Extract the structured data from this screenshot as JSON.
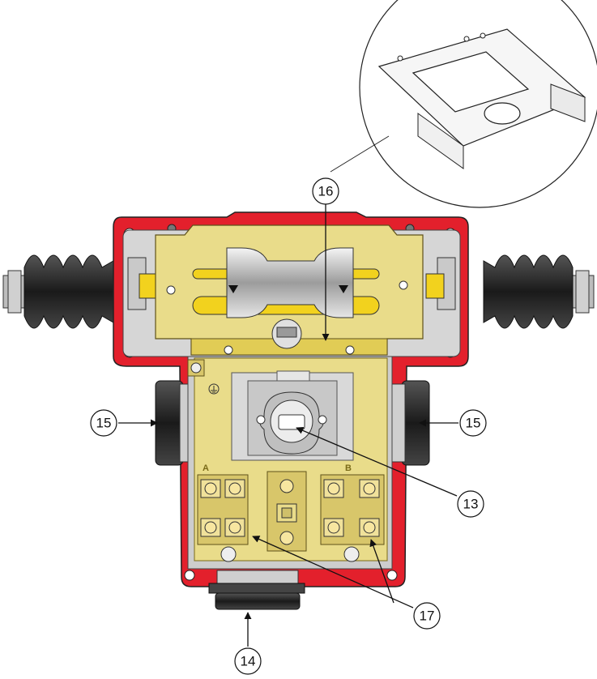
{
  "callouts": {
    "c13": "13",
    "c14": "14",
    "c15_left": "15",
    "c15_right": "15",
    "c16": "16",
    "c17": "17"
  },
  "terminal_labels": {
    "a": "A",
    "b": "B"
  },
  "colors": {
    "housing_red": "#e3202c",
    "body_yellow": "#e9dc8a",
    "plate_yellow": "#f0e19a",
    "boot_black": "#2a2a2a",
    "cover_grey": "#d9d9d9",
    "arrow_black": "#111111"
  },
  "icons": {
    "ground": "ground-symbol-icon"
  }
}
